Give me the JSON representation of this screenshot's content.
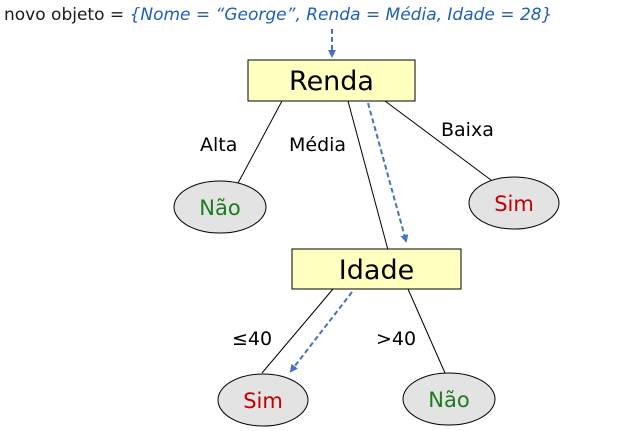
{
  "header": {
    "prefix": "novo objeto  =  ",
    "object_text": "{Nome = “George”,  Renda = Média,  Idade  =  28}"
  },
  "nodes": {
    "renda": "Renda",
    "idade": "Idade"
  },
  "leaves": {
    "nao_alta": "Não",
    "sim_baixa": "Sim",
    "sim_le40": "Sim",
    "nao_gt40": "Não"
  },
  "edges": {
    "alta": "Alta",
    "media": "Média",
    "baixa": "Baixa",
    "le40": "≤40",
    "gt40": ">40"
  },
  "colors": {
    "decision_fill": "#ffffc0",
    "leaf_fill": "#e3e3e3",
    "nao_text": "#1e7a1e",
    "sim_text": "#c00000",
    "path_arrow": "#4472c4",
    "object_text": "#1f5fb8"
  }
}
